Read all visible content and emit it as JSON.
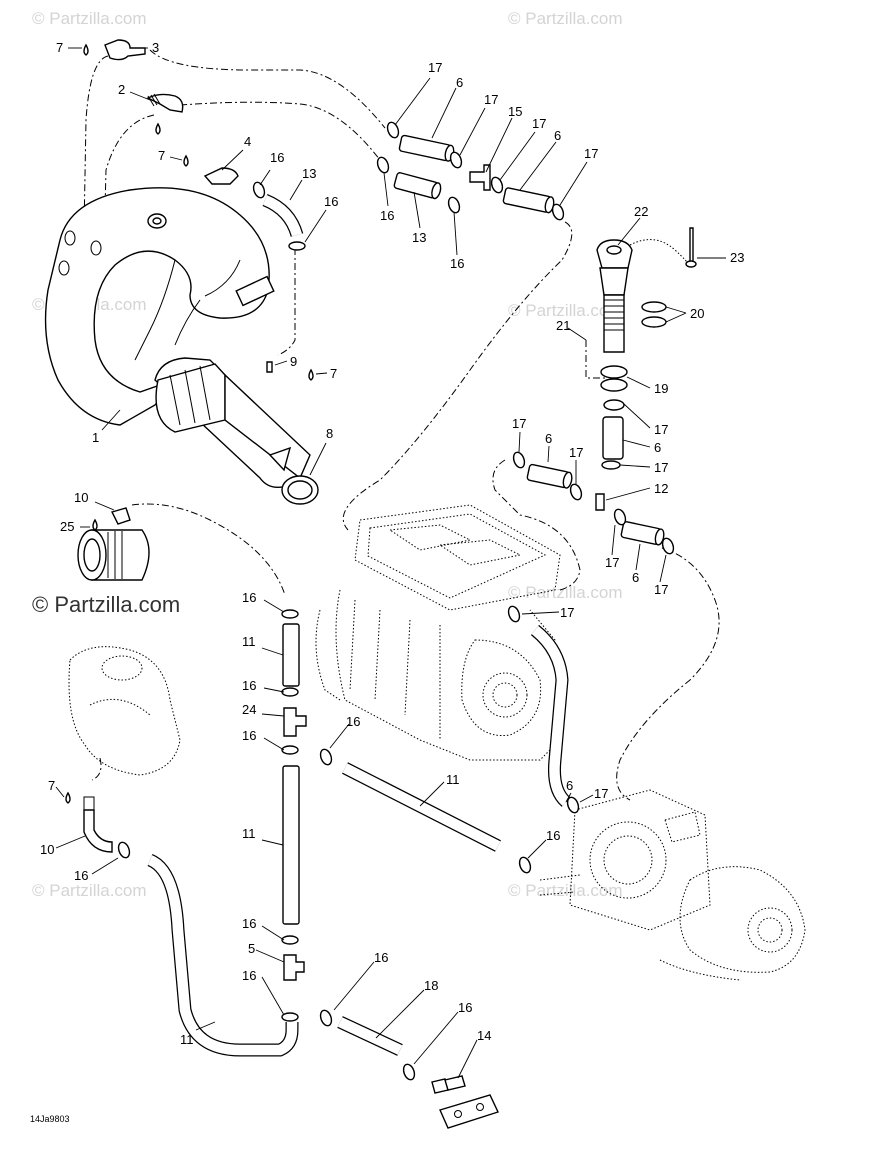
{
  "watermarks": {
    "text": "© Partzilla.com"
  },
  "diagram_code": "14Ja9803",
  "callouts": [
    {
      "id": "c-7a",
      "text": "7"
    },
    {
      "id": "c-3",
      "text": "3"
    },
    {
      "id": "c-2",
      "text": "2"
    },
    {
      "id": "c-7b",
      "text": "7"
    },
    {
      "id": "c-4",
      "text": "4"
    },
    {
      "id": "c-16a",
      "text": "16"
    },
    {
      "id": "c-13a",
      "text": "13"
    },
    {
      "id": "c-16b",
      "text": "16"
    },
    {
      "id": "c-17a",
      "text": "17"
    },
    {
      "id": "c-6a",
      "text": "6"
    },
    {
      "id": "c-17b",
      "text": "17"
    },
    {
      "id": "c-15",
      "text": "15"
    },
    {
      "id": "c-17c",
      "text": "17"
    },
    {
      "id": "c-6b",
      "text": "6"
    },
    {
      "id": "c-17d",
      "text": "17"
    },
    {
      "id": "c-16c",
      "text": "16"
    },
    {
      "id": "c-13b",
      "text": "13"
    },
    {
      "id": "c-16d",
      "text": "16"
    },
    {
      "id": "c-22",
      "text": "22"
    },
    {
      "id": "c-23",
      "text": "23"
    },
    {
      "id": "c-20",
      "text": "20"
    },
    {
      "id": "c-21",
      "text": "21"
    },
    {
      "id": "c-19",
      "text": "19"
    },
    {
      "id": "c-17e",
      "text": "17"
    },
    {
      "id": "c-6c",
      "text": "6"
    },
    {
      "id": "c-17f",
      "text": "17"
    },
    {
      "id": "c-9",
      "text": "9"
    },
    {
      "id": "c-7c",
      "text": "7"
    },
    {
      "id": "c-1",
      "text": "1"
    },
    {
      "id": "c-8",
      "text": "8"
    },
    {
      "id": "c-17g",
      "text": "17"
    },
    {
      "id": "c-6d",
      "text": "6"
    },
    {
      "id": "c-17h",
      "text": "17"
    },
    {
      "id": "c-12",
      "text": "12"
    },
    {
      "id": "c-17i",
      "text": "17"
    },
    {
      "id": "c-6e",
      "text": "6"
    },
    {
      "id": "c-17j",
      "text": "17"
    },
    {
      "id": "c-10a",
      "text": "10"
    },
    {
      "id": "c-25",
      "text": "25"
    },
    {
      "id": "c-16e",
      "text": "16"
    },
    {
      "id": "c-17k",
      "text": "17"
    },
    {
      "id": "c-11a",
      "text": "11"
    },
    {
      "id": "c-16f",
      "text": "16"
    },
    {
      "id": "c-24",
      "text": "24"
    },
    {
      "id": "c-16g",
      "text": "16"
    },
    {
      "id": "c-16h",
      "text": "16"
    },
    {
      "id": "c-11b",
      "text": "11"
    },
    {
      "id": "c-7d",
      "text": "7"
    },
    {
      "id": "c-6f",
      "text": "6"
    },
    {
      "id": "c-17l",
      "text": "17"
    },
    {
      "id": "c-11c",
      "text": "11"
    },
    {
      "id": "c-10b",
      "text": "10"
    },
    {
      "id": "c-16i",
      "text": "16"
    },
    {
      "id": "c-16j",
      "text": "16"
    },
    {
      "id": "c-16k",
      "text": "16"
    },
    {
      "id": "c-5",
      "text": "5"
    },
    {
      "id": "c-16l",
      "text": "16"
    },
    {
      "id": "c-16m",
      "text": "16"
    },
    {
      "id": "c-18",
      "text": "18"
    },
    {
      "id": "c-16n",
      "text": "16"
    },
    {
      "id": "c-14",
      "text": "14"
    },
    {
      "id": "c-11d",
      "text": "11"
    }
  ]
}
